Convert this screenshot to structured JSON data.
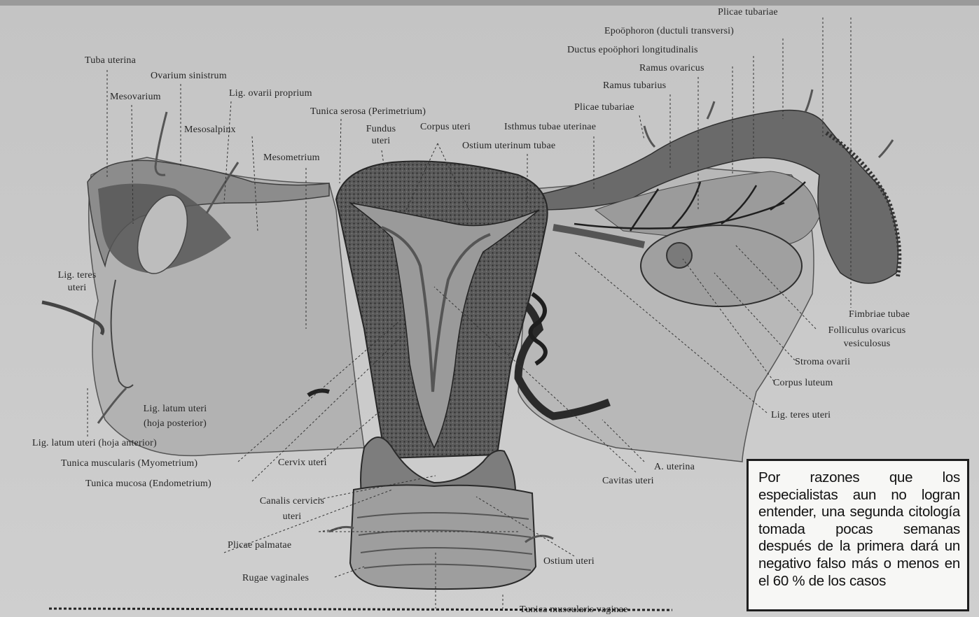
{
  "labels": {
    "plicae_tubariae_top": "Plicae tubariae",
    "epoophoron": "Epoöphoron (ductuli transversi)",
    "ductus_epoophori": "Ductus epoöphori longitudinalis",
    "ramus_ovaricus": "Ramus ovaricus",
    "ramus_tubarius": "Ramus tubarius",
    "plicae_tubariae_mid": "Plicae tubariae",
    "isthmus_tubae": "Isthmus tubae uterinae",
    "ostium_uterinum_tubae": "Ostium uterinum tubae",
    "corpus_uteri": "Corpus uteri",
    "fundus_uteri": [
      "Fundus",
      "uteri"
    ],
    "tunica_serosa": "Tunica serosa (Perimetrium)",
    "mesometrium": "Mesometrium",
    "lig_ovarii_proprium": "Lig. ovarii proprium",
    "mesosalpinx": "Mesosalpinx",
    "ovarium_sinistrum": "Ovarium sinistrum",
    "mesovarium": "Mesovarium",
    "tuba_uterina": "Tuba uterina",
    "lig_teres_uteri_left": [
      "Lig. teres",
      "uteri"
    ],
    "lig_latum_posterior": [
      "Lig. latum uteri",
      "(hoja posterior)"
    ],
    "lig_latum_anterior": "Lig. latum uteri (hoja anterior)",
    "tunica_muscularis": "Tunica muscularis (Myometrium)",
    "tunica_mucosa": "Tunica mucosa (Endometrium)",
    "cervix_uteri": "Cervix uteri",
    "canalis_cervicis": [
      "Canalis cervicis",
      "uteri"
    ],
    "plicae_palmatae": "Plicae palmatae",
    "rugae_vaginales": "Rugae vaginales",
    "tunica_muscularis_vaginae": "Tunica muscularis vaginae",
    "ostium_uteri": "Ostium uteri",
    "cavitas_uteri": "Cavitas uteri",
    "a_uterina": "A. uterina",
    "lig_teres_uteri_right": "Lig. teres uteri",
    "corpus_luteum": "Corpus luteum",
    "stroma_ovarii": "Stroma ovarii",
    "folliculus": [
      "Folliculus ovaricus",
      "vesiculosus"
    ],
    "fimbriae_tubae": "Fimbriae tubae"
  },
  "note": {
    "text": "Por razones que los especialistas aun no logran entender, una segunda citología tomada pocas semanas después de la primera dará un negativo falso más o menos en el 60 % de los casos"
  },
  "colors": {
    "background": "#c9c9c9",
    "tissue_dark": "#4a4a4a",
    "tissue_mid": "#8a8a8a",
    "tissue_light": "#b5b5b5",
    "note_background": "#f7f7f5"
  }
}
